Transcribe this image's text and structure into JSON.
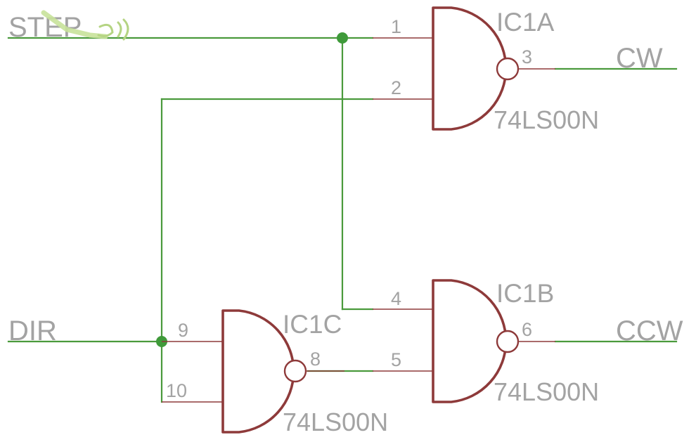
{
  "nets": {
    "step": "STEP",
    "dir": "DIR",
    "cw": "CW",
    "ccw": "CCW"
  },
  "gates": {
    "ic1a": {
      "name": "IC1A",
      "value": "74LS00N",
      "pin_in1": "1",
      "pin_in2": "2",
      "pin_out": "3"
    },
    "ic1b": {
      "name": "IC1B",
      "value": "74LS00N",
      "pin_in1": "4",
      "pin_in2": "5",
      "pin_out": "6"
    },
    "ic1c": {
      "name": "IC1C",
      "value": "74LS00N",
      "pin_in1": "9",
      "pin_in2": "10",
      "pin_out": "8"
    }
  },
  "colors": {
    "wire": "#4a9a3c",
    "gate": "#8e3a3a",
    "label": "#a3a3a3"
  }
}
